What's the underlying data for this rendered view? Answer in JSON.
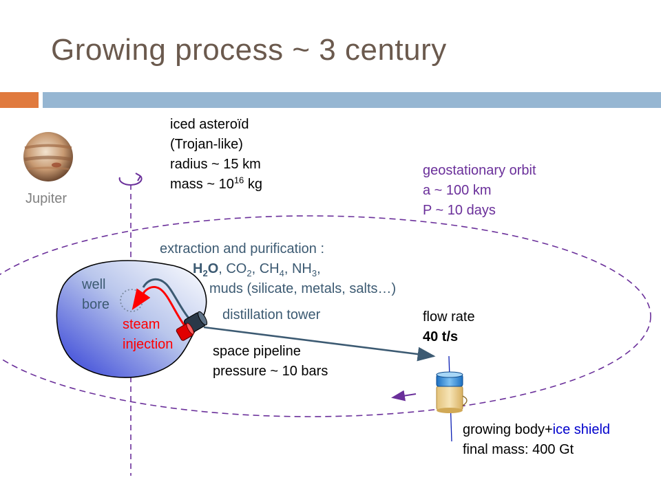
{
  "title": "Growing process ~ 3 century",
  "jupiter": {
    "label": "Jupiter"
  },
  "asteroid": {
    "line1": "iced asteroïd",
    "line2": "(Trojan-like)",
    "line3": "radius ~ 15 km",
    "line4_prefix": "mass ~ 10",
    "line4_exp": "16",
    "line4_suffix": " kg"
  },
  "orbit": {
    "line1": "geostationary orbit",
    "line2": "a ~ 100 km",
    "line3": "P ~ 10 days"
  },
  "extraction": {
    "heading": "extraction and purification :",
    "h2o_H": "H",
    "h2o_sub": "2",
    "h2o_O": "O",
    "co2_text": ", CO",
    "co2_sub": "2",
    "ch4_text": ", CH",
    "ch4_sub": "4",
    "nh3_text": ", NH",
    "nh3_sub": "3",
    "trail": ",",
    "muds": "muds (silicate, metals, salts…)"
  },
  "well": {
    "line1": "well",
    "line2": "bore"
  },
  "steam": {
    "line1": "steam",
    "line2": "injection"
  },
  "distillation": "distillation tower",
  "pipeline": {
    "line1": "space pipeline",
    "line2": "pressure ~ 10 bars"
  },
  "flow": {
    "label": "flow rate",
    "value": "40 t/s"
  },
  "growing": {
    "prefix": "growing body+",
    "ice_shield": "ice shield",
    "final_mass": "final mass: 400 Gt"
  },
  "colors": {
    "title": "#6b5a4e",
    "orbit_purple": "#6a2f9a",
    "slate_text": "#3c5a72",
    "steam_red": "#ff0000",
    "pipe": "#3c5a72",
    "ice_shield_blue": "#0000cc"
  },
  "icons": [
    "jupiter-icon",
    "rotation-arrow-icon",
    "asteroid-shape",
    "distillation-tower-icon",
    "growing-body-icon"
  ]
}
